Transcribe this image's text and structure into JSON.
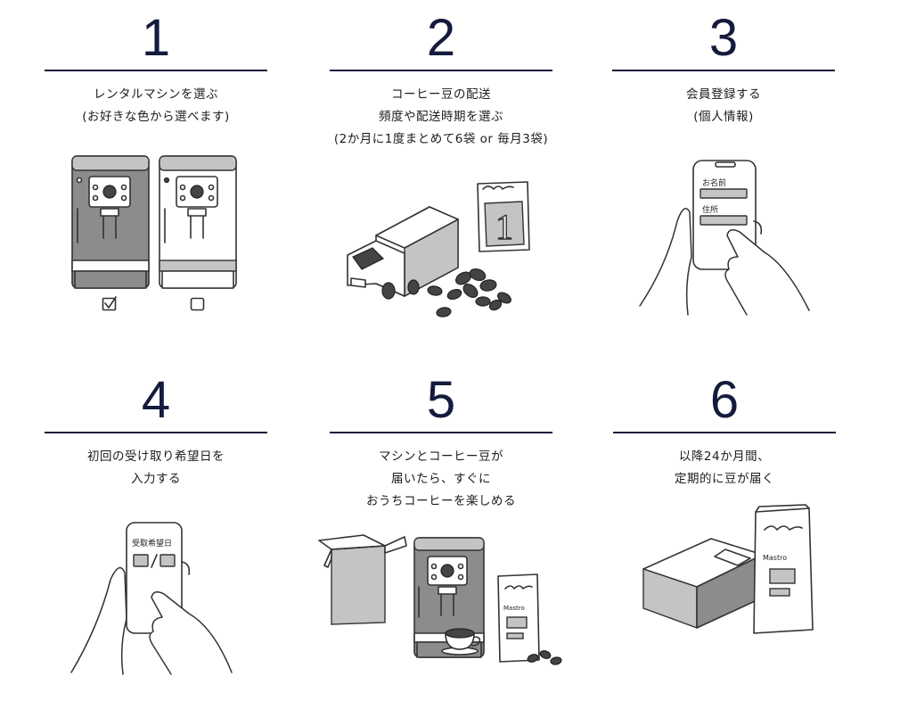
{
  "steps": [
    {
      "number": "1",
      "lines": [
        "レンタルマシンを選ぶ",
        "(お好きな色から選べます)"
      ]
    },
    {
      "number": "2",
      "lines": [
        "コーヒー豆の配送",
        "頻度や配送時期を選ぶ",
        "(2か月に1度まとめて6袋 or 毎月3袋)"
      ]
    },
    {
      "number": "3",
      "lines": [
        "会員登録する",
        "(個人情報)"
      ]
    },
    {
      "number": "4",
      "lines": [
        "初回の受け取り希望日を",
        "入力する"
      ]
    },
    {
      "number": "5",
      "lines": [
        "マシンとコーヒー豆が",
        "届いたら、すぐに",
        "おうちコーヒーを楽しめる"
      ]
    },
    {
      "number": "6",
      "lines": [
        "以降24か月間、",
        "定期的に豆が届く"
      ]
    }
  ],
  "illustrations": {
    "calendar_number": "1",
    "phone3_name_label": "お名前",
    "phone3_address_label": "住所",
    "phone4_label": "受取希望日",
    "bag_brand": "Mastro"
  },
  "icons": [
    "machine-gray-icon",
    "machine-white-icon",
    "checkbox-checked-icon",
    "checkbox-empty-icon",
    "truck-icon",
    "calendar-icon",
    "coffee-beans-icon",
    "smartphone-hand-icon",
    "cardboard-box-icon",
    "coffee-cup-icon",
    "coffee-bag-icon"
  ]
}
